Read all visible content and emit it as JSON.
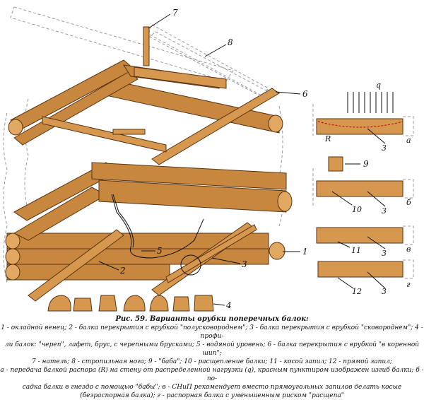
{
  "callouts": {
    "n1": "1",
    "n2": "2",
    "n3": "3",
    "n4": "4",
    "n5": "5",
    "n6": "6",
    "n7": "7",
    "n8": "8",
    "n9": "9"
  },
  "side_labels": {
    "q": "q",
    "R": "R",
    "a": "а",
    "b": "б",
    "v": "в",
    "g": "г",
    "s3a": "3",
    "s3b": "3",
    "s3c": "3",
    "s3d": "3",
    "s10": "10",
    "s11": "11",
    "s12": "12"
  },
  "caption": {
    "title": "Рис. 59. Варианты врубки поперечных балок:",
    "line1": "1 - окладной венец; 2 - балка перекрытия с врубкой \"полусковороднем\"; 3 - балка перекрытия с врубкой \"сковороднем\"; 4 - профи-",
    "line2": "ли балок: \"череп\", лафет, брус, с черепными брусками; 5 - водяной уровень; 6 - балка перекрытия с врубкой \"в коренной шип\";",
    "line3": "7 - натель; 8 - стропильная нога; 9 - \"баба\"; 10 - расщепление балки; 11 - косой запил; 12 - прямой запил;",
    "line4": "а - передача балкой распора (R) на стену от распределенной нагрузки (q), красным пунктиром изображен изгиб балки; б - по-",
    "line5": "садка балки в гнездо с помощью \"бабы\"; в - СНиП рекомендует вместо прямоугольных запилов делать косые",
    "line6": "(безраспорная балка); г - распорная балка с уменьшенным риском \"расщепа\""
  },
  "colors": {
    "wood": "#c8873e",
    "wood_end": "#e2a862",
    "outline": "#5a3312",
    "bend": "#c01818"
  },
  "icons": [
    "log-wall",
    "floor-beam",
    "water-level-tube",
    "rafter",
    "beam-profile"
  ]
}
